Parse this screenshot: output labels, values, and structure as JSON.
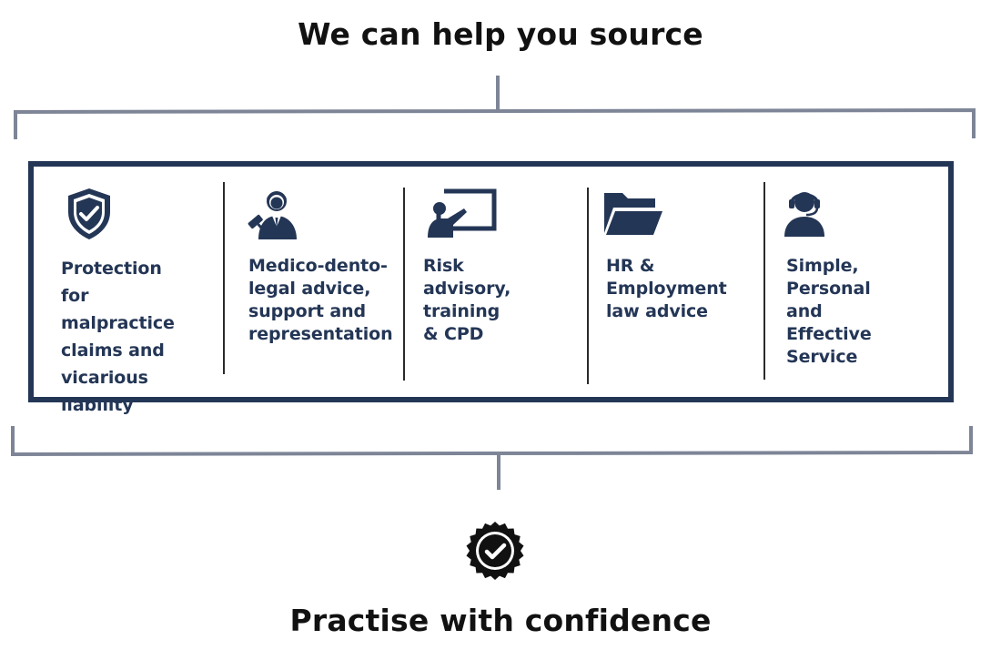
{
  "header": {
    "title": "We can help you source"
  },
  "footer": {
    "title": "Practise with confidence"
  },
  "colors": {
    "navy": "#243656",
    "bracket": "#7d8597",
    "text_dark": "#111111"
  },
  "services": [
    {
      "label": "Protection for\nmalpractice\nclaims and\nvicarious liability",
      "icon": "shield-check-icon"
    },
    {
      "label": "Medico-dento-\nlegal advice,\nsupport and\nrepresentation",
      "icon": "legal-advisor-icon"
    },
    {
      "label": "Risk advisory,\ntraining & CPD",
      "icon": "presentation-board-icon"
    },
    {
      "label": "HR &\nEmployment\nlaw advice",
      "icon": "folder-icon"
    },
    {
      "label": "Simple,\nPersonal and\nEffective\nService",
      "icon": "support-headset-icon"
    }
  ],
  "badge_icon": "verified-badge-icon"
}
